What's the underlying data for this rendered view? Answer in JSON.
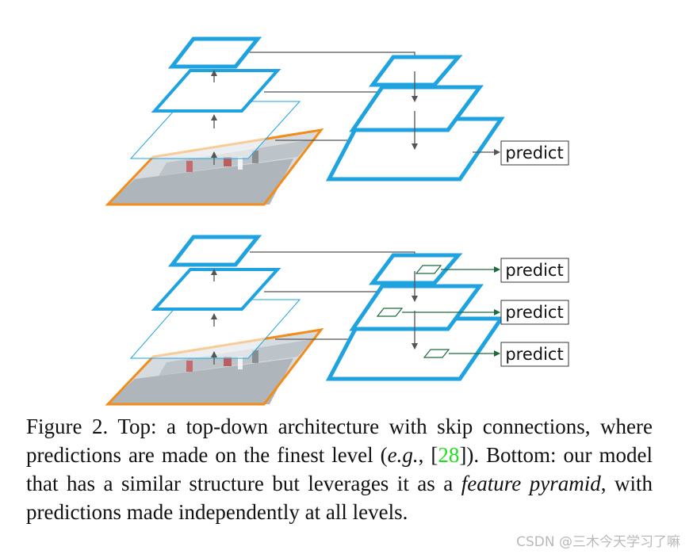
{
  "figure": {
    "predict_label": "predict",
    "colors": {
      "level": "#1fa3e0",
      "image_border": "#f28c1a",
      "arrow": "#555555",
      "pred_arrow": "#1d6b3c"
    }
  },
  "caption": {
    "prefix": "Figure 2. Top: a top-down architecture with skip connections, where predictions are made on the finest level (",
    "eg": "e.g.",
    "comma": ", [",
    "ref": "28",
    "mid": "]). Bottom: our model that has a similar structure but leverages it as a ",
    "feature_pyramid": "feature pyramid",
    "suffix": ", with predictions made independently at all levels."
  },
  "watermark": "CSDN @三木今天学习了嘛"
}
